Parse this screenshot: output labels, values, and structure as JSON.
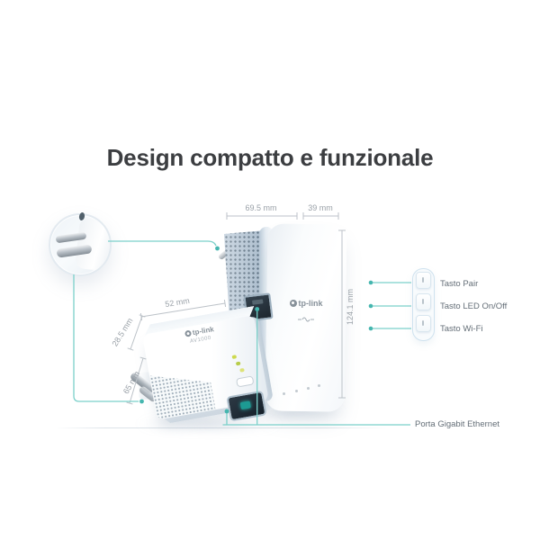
{
  "title": "Design compatto e funzionale",
  "annotations": {
    "big_device": {
      "width": "69.5 mm",
      "depth": "39 mm",
      "height": "124.1 mm"
    },
    "small_device": {
      "width": "52 mm",
      "depth": "28.5 mm",
      "height": "65 mm"
    },
    "buttons": [
      {
        "label": "Tasto Pair"
      },
      {
        "label": "Tasto LED On/Off"
      },
      {
        "label": "Tasto Wi-Fi"
      }
    ],
    "port_label": "Porta Gigabit Ethernet"
  },
  "devices": {
    "big": {
      "brand": "tp-link"
    },
    "small": {
      "brand": "tp-link",
      "model": "AV1000"
    }
  },
  "colors": {
    "accent_teal": "#45b6af",
    "leader_line": "#7bd0ca",
    "dimension_line": "#bcc2c8",
    "dimension_text": "#9aa1a8",
    "label_text": "#646e77",
    "title_text": "#3c3e41"
  }
}
